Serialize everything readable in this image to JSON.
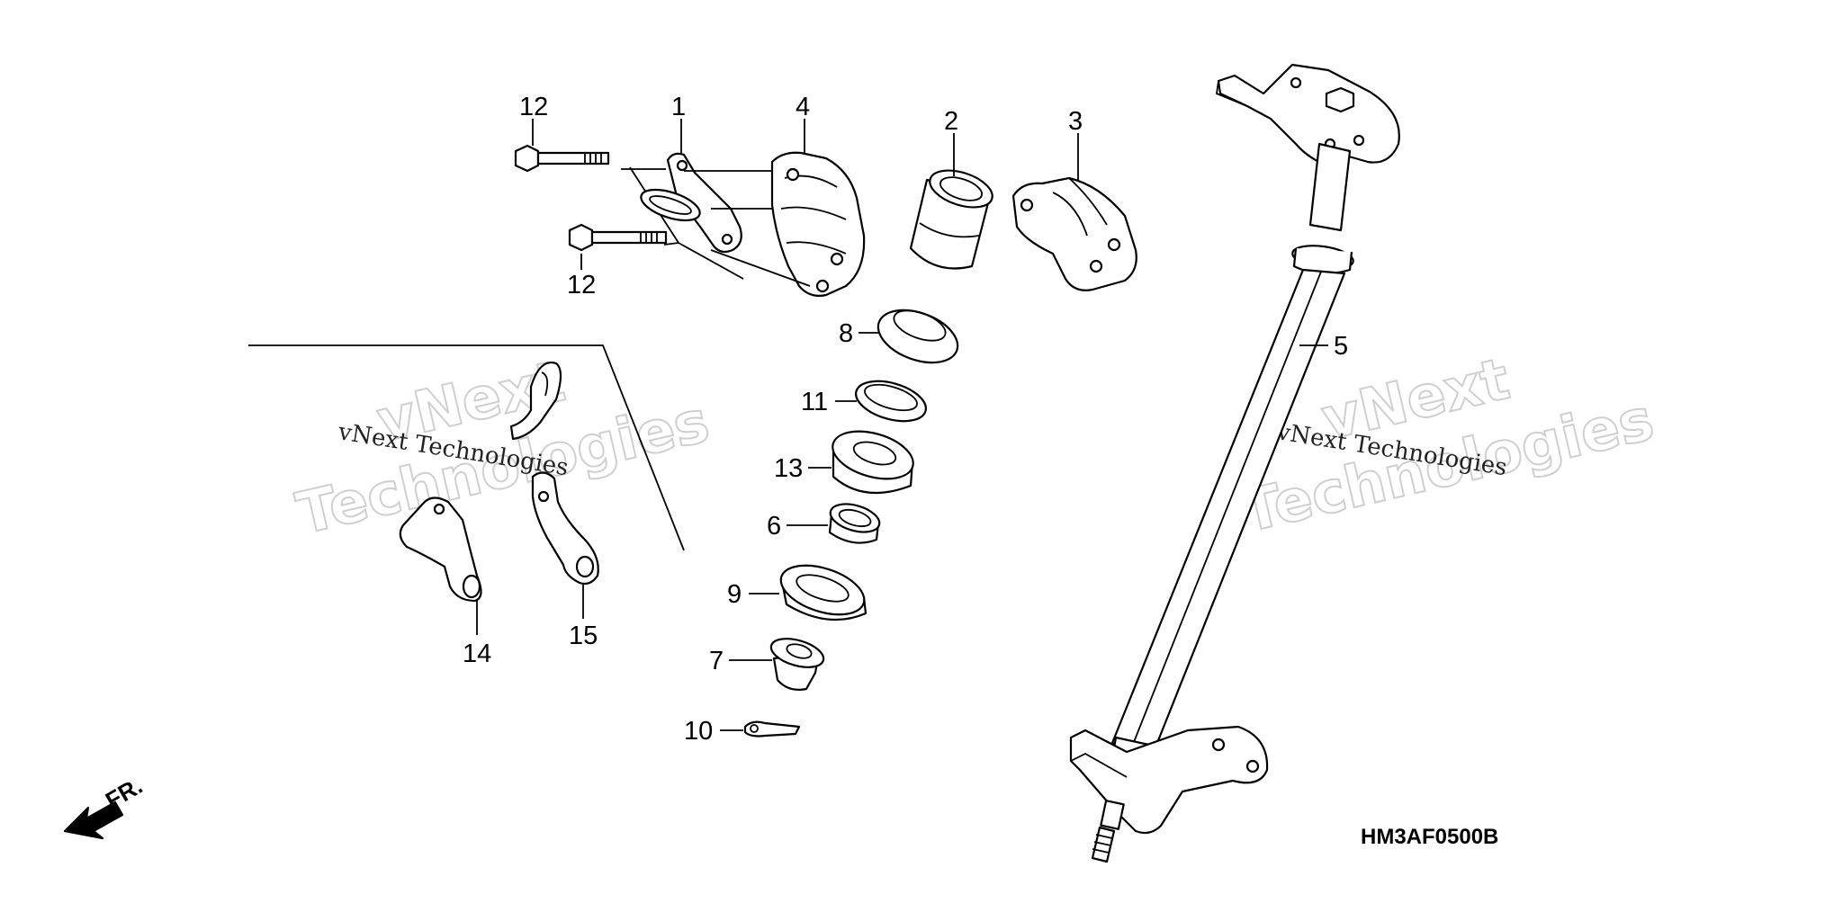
{
  "diagram_code": "HM3AF0500B",
  "direction_label": "FR.",
  "watermark": {
    "line1": "vNext",
    "line2": "Technologies",
    "small": "vNext Technologies"
  },
  "callouts": {
    "c1": "1",
    "c2": "2",
    "c3": "3",
    "c4": "4",
    "c5": "5",
    "c6": "6",
    "c7": "7",
    "c8": "8",
    "c9": "9",
    "c10": "10",
    "c11": "11",
    "c12a": "12",
    "c12b": "12",
    "c13": "13",
    "c14": "14",
    "c15": "15"
  }
}
